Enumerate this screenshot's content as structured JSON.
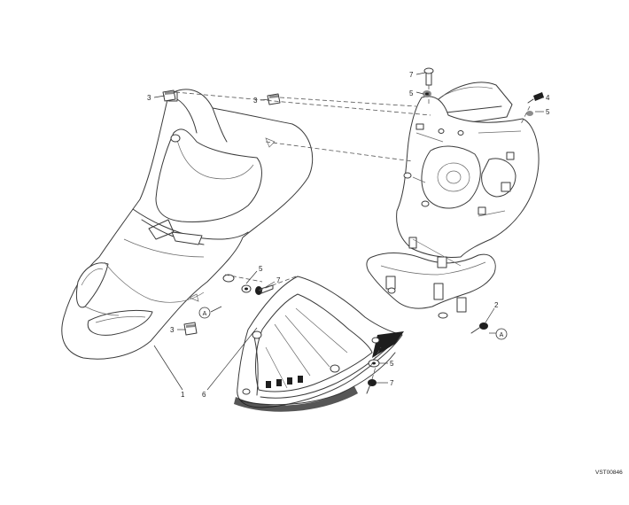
{
  "callouts": {
    "c1": "1",
    "c2": "2",
    "c3a": "3",
    "c3b": "3",
    "c3c": "3",
    "c4": "4",
    "c5a": "5",
    "c5b": "5",
    "c5c": "5",
    "c5d": "5",
    "c6": "6",
    "c7a": "7",
    "c7b": "7",
    "c7c": "7",
    "refA1": "A",
    "refA2": "A"
  },
  "drawing_code": "VST00846"
}
